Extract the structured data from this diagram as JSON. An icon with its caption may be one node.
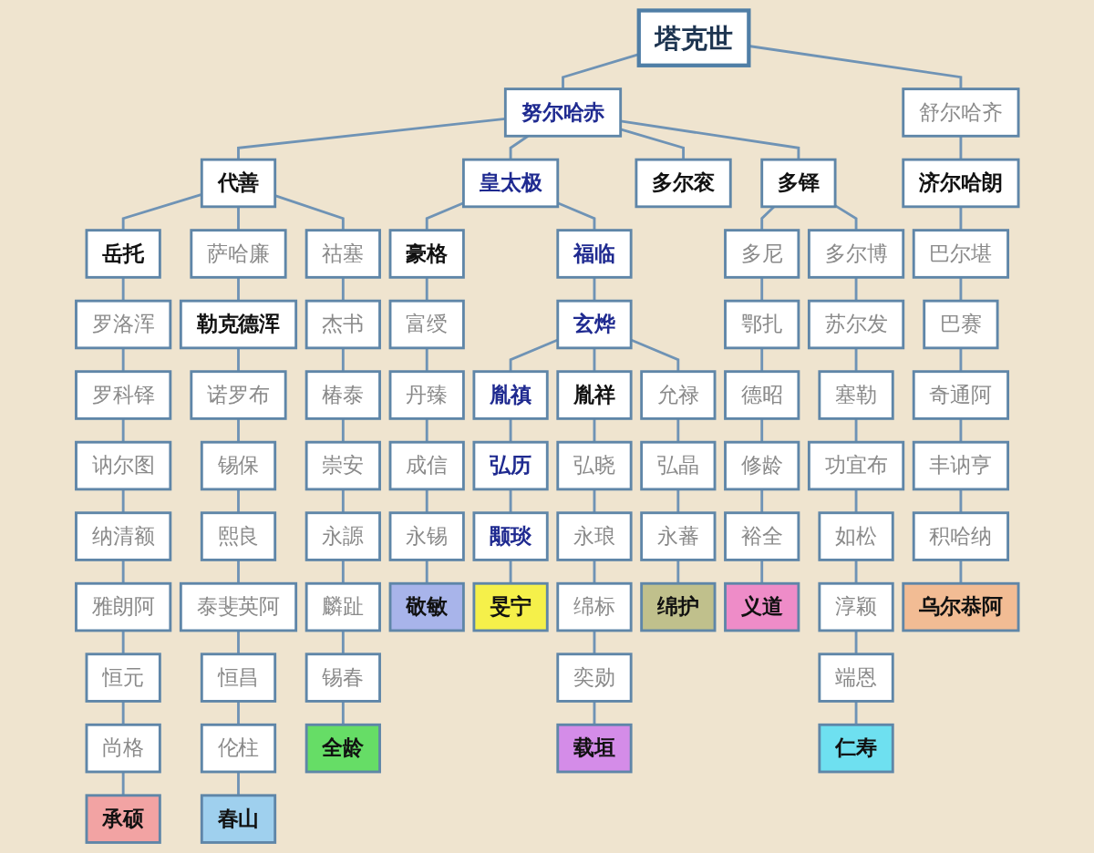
{
  "diagram": {
    "nodes": [
      {
        "text": [
          "塔克世"
        ]
      },
      {
        "text": [
          "努尔哈赤"
        ]
      },
      {
        "text": [
          "舒尔哈齐"
        ]
      },
      {
        "text": [
          "代善"
        ]
      },
      {
        "text": [
          "皇太极"
        ]
      },
      {
        "text": [
          "多尔衮"
        ]
      },
      {
        "text": [
          "多铎"
        ]
      },
      {
        "text": [
          "济尔哈朗"
        ]
      },
      {
        "text": [
          "岳托"
        ]
      },
      {
        "text": [
          "萨哈廉"
        ]
      },
      {
        "text": [
          "祜塞"
        ]
      },
      {
        "text": [
          "豪格"
        ]
      },
      {
        "text": [
          "福临"
        ]
      },
      {
        "text": [
          "多尼"
        ]
      },
      {
        "text": [
          "多尔博"
        ]
      },
      {
        "text": [
          "巴尔堪"
        ]
      },
      {
        "text": [
          "罗洛浑"
        ]
      },
      {
        "text": [
          "勒克德浑"
        ]
      },
      {
        "text": [
          "杰书"
        ]
      },
      {
        "text": [
          "富绶"
        ]
      },
      {
        "text": [
          "玄烨"
        ]
      },
      {
        "text": [
          "鄂扎"
        ]
      },
      {
        "text": [
          "苏尔发"
        ]
      },
      {
        "text": [
          "巴赛"
        ]
      },
      {
        "text": [
          "罗科铎"
        ]
      },
      {
        "text": [
          "诺罗布"
        ]
      },
      {
        "text": [
          "椿泰"
        ]
      },
      {
        "text": [
          "丹臻"
        ]
      },
      {
        "text": [
          "胤禛"
        ]
      },
      {
        "text": [
          "胤祥"
        ]
      },
      {
        "text": [
          "允禄"
        ]
      },
      {
        "text": [
          "德昭"
        ]
      },
      {
        "text": [
          "塞勒"
        ]
      },
      {
        "text": [
          "奇通阿"
        ]
      },
      {
        "text": [
          "讷尔图"
        ]
      },
      {
        "text": [
          "锡保"
        ]
      },
      {
        "text": [
          "崇安"
        ]
      },
      {
        "text": [
          "成信"
        ]
      },
      {
        "text": [
          "弘历"
        ]
      },
      {
        "text": [
          "弘晓"
        ]
      },
      {
        "text": [
          "弘晶"
        ]
      },
      {
        "text": [
          "修龄"
        ]
      },
      {
        "text": [
          "功宜布"
        ]
      },
      {
        "text": [
          "丰讷亨"
        ]
      },
      {
        "text": [
          "纳清额"
        ]
      },
      {
        "text": [
          "熙良"
        ]
      },
      {
        "text": [
          "永謜"
        ]
      },
      {
        "text": [
          "永锡"
        ]
      },
      {
        "text": [
          "颙琰"
        ]
      },
      {
        "text": [
          "永琅"
        ]
      },
      {
        "text": [
          "永蕃"
        ]
      },
      {
        "text": [
          "裕全"
        ]
      },
      {
        "text": [
          "如松"
        ]
      },
      {
        "text": [
          "积哈纳"
        ]
      },
      {
        "text": [
          "雅朗阿"
        ]
      },
      {
        "text": [
          "泰斐英阿"
        ]
      },
      {
        "text": [
          "麟趾"
        ]
      },
      {
        "text": [
          "敬敏"
        ]
      },
      {
        "text": [
          "旻宁"
        ]
      },
      {
        "text": [
          "绵标"
        ]
      },
      {
        "text": [
          "绵护"
        ]
      },
      {
        "text": [
          "义道"
        ]
      },
      {
        "text": [
          "淳颖"
        ]
      },
      {
        "text": [
          "乌尔恭阿"
        ]
      },
      {
        "text": [
          "恒元"
        ]
      },
      {
        "text": [
          "恒昌"
        ]
      },
      {
        "text": [
          "锡春"
        ]
      },
      {
        "text": [
          "奕勋"
        ]
      },
      {
        "text": [
          "端恩"
        ]
      },
      {
        "text": [
          "尚格"
        ]
      },
      {
        "text": [
          "伦柱"
        ]
      },
      {
        "text": [
          "全龄"
        ]
      },
      {
        "text": [
          "载垣"
        ]
      },
      {
        "text": [
          "仁寿"
        ]
      },
      {
        "text": [
          "承硕"
        ]
      },
      {
        "text": [
          "春山"
        ]
      }
    ],
    "edges": [
      {
        "from": 0,
        "to": 1,
        "arrow": "none"
      },
      {
        "from": 0,
        "to": 2,
        "arrow": "none"
      },
      {
        "from": 1,
        "to": 3,
        "arrow": "none"
      },
      {
        "from": 1,
        "to": 4,
        "arrow": "none"
      },
      {
        "from": 1,
        "to": 5,
        "arrow": "none"
      },
      {
        "from": 1,
        "to": 6,
        "arrow": "none"
      },
      {
        "from": 2,
        "to": 7,
        "arrow": "none"
      },
      {
        "from": 3,
        "to": 8,
        "arrow": "none"
      },
      {
        "from": 3,
        "to": 9,
        "arrow": "none"
      },
      {
        "from": 3,
        "to": 10,
        "arrow": "none"
      },
      {
        "from": 4,
        "to": 11,
        "arrow": "none"
      },
      {
        "from": 4,
        "to": 12,
        "arrow": "none"
      },
      {
        "from": 6,
        "to": 13,
        "arrow": "none"
      },
      {
        "from": 6,
        "to": 14,
        "arrow": "none"
      },
      {
        "from": 7,
        "to": 15,
        "arrow": "none"
      },
      {
        "from": 8,
        "to": 16,
        "arrow": "none"
      },
      {
        "from": 9,
        "to": 17,
        "arrow": "none"
      },
      {
        "from": 10,
        "to": 18,
        "arrow": "none"
      },
      {
        "from": 11,
        "to": 19,
        "arrow": "none"
      },
      {
        "from": 12,
        "to": 20,
        "arrow": "none"
      },
      {
        "from": 13,
        "to": 21,
        "arrow": "none"
      },
      {
        "from": 14,
        "to": 22,
        "arrow": "none"
      },
      {
        "from": 15,
        "to": 23,
        "arrow": "none"
      },
      {
        "from": 16,
        "to": 24,
        "arrow": "none"
      },
      {
        "from": 17,
        "to": 25,
        "arrow": "none"
      },
      {
        "from": 18,
        "to": 26,
        "arrow": "none"
      },
      {
        "from": 19,
        "to": 27,
        "arrow": "none"
      },
      {
        "from": 20,
        "to": 28,
        "arrow": "none"
      },
      {
        "from": 20,
        "to": 29,
        "arrow": "none"
      },
      {
        "from": 20,
        "to": 30,
        "arrow": "none"
      },
      {
        "from": 21,
        "to": 31,
        "arrow": "none"
      },
      {
        "from": 22,
        "to": 32,
        "arrow": "none"
      },
      {
        "from": 23,
        "to": 33,
        "arrow": "none"
      },
      {
        "from": 24,
        "to": 34,
        "arrow": "none"
      },
      {
        "from": 25,
        "to": 35,
        "arrow": "none"
      },
      {
        "from": 26,
        "to": 36,
        "arrow": "none"
      },
      {
        "from": 27,
        "to": 37,
        "arrow": "none"
      },
      {
        "from": 28,
        "to": 38,
        "arrow": "none"
      },
      {
        "from": 29,
        "to": 39,
        "arrow": "none"
      },
      {
        "from": 30,
        "to": 40,
        "arrow": "none"
      },
      {
        "from": 31,
        "to": 41,
        "arrow": "none"
      },
      {
        "from": 32,
        "to": 42,
        "arrow": "none"
      },
      {
        "from": 33,
        "to": 43,
        "arrow": "none"
      },
      {
        "from": 34,
        "to": 44,
        "arrow": "none"
      },
      {
        "from": 35,
        "to": 45,
        "arrow": "none"
      },
      {
        "from": 36,
        "to": 46,
        "arrow": "none"
      },
      {
        "from": 37,
        "to": 47,
        "arrow": "none"
      },
      {
        "from": 38,
        "to": 48,
        "arrow": "none"
      },
      {
        "from": 39,
        "to": 49,
        "arrow": "none"
      },
      {
        "from": 40,
        "to": 50,
        "arrow": "none"
      },
      {
        "from": 41,
        "to": 51,
        "arrow": "none"
      },
      {
        "from": 42,
        "to": 52,
        "arrow": "none"
      },
      {
        "from": 43,
        "to": 53,
        "arrow": "none"
      },
      {
        "from": 44,
        "to": 54,
        "arrow": "none"
      },
      {
        "from": 45,
        "to": 55,
        "arrow": "none"
      },
      {
        "from": 46,
        "to": 56,
        "arrow": "none"
      },
      {
        "from": 47,
        "to": 57,
        "arrow": "none"
      },
      {
        "from": 48,
        "to": 58,
        "arrow": "none"
      },
      {
        "from": 49,
        "to": 59,
        "arrow": "none"
      },
      {
        "from": 50,
        "to": 60,
        "arrow": "none"
      },
      {
        "from": 51,
        "to": 61,
        "arrow": "none"
      },
      {
        "from": 52,
        "to": 62,
        "arrow": "none"
      },
      {
        "from": 53,
        "to": 63,
        "arrow": "none"
      },
      {
        "from": 54,
        "to": 64,
        "arrow": "none"
      },
      {
        "from": 55,
        "to": 65,
        "arrow": "none"
      },
      {
        "from": 56,
        "to": 66,
        "arrow": "none"
      },
      {
        "from": 59,
        "to": 67,
        "arrow": "none"
      },
      {
        "from": 62,
        "to": 68,
        "arrow": "none"
      },
      {
        "from": 64,
        "to": 69,
        "arrow": "none"
      },
      {
        "from": 65,
        "to": 70,
        "arrow": "none"
      },
      {
        "from": 66,
        "to": 71,
        "arrow": "none"
      },
      {
        "from": 67,
        "to": 72,
        "arrow": "none"
      },
      {
        "from": 68,
        "to": 73,
        "arrow": "none"
      },
      {
        "from": 69,
        "to": 74,
        "arrow": "none"
      },
      {
        "from": 70,
        "to": 75,
        "arrow": "none"
      }
    ]
  }
}
